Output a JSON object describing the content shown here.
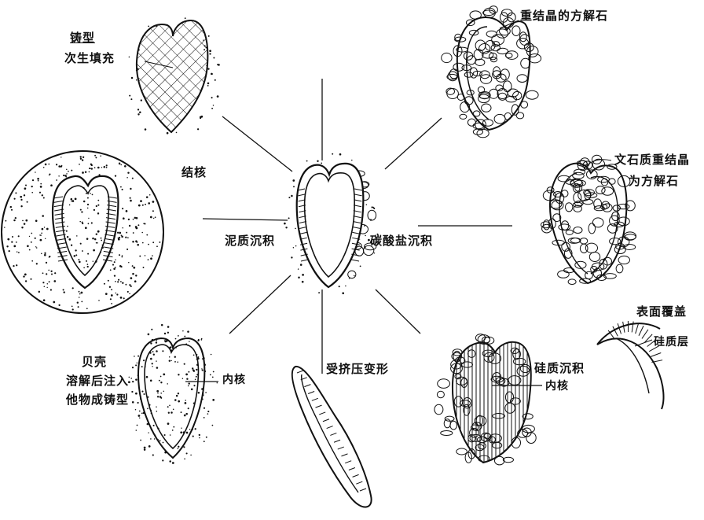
{
  "labels": {
    "mold_title": "铸型",
    "mold_sub": "次生填充",
    "nodule": "结核",
    "mud": "泥质沉积",
    "carbonate": "碳酸盐沉积",
    "shell_1": "贝壳",
    "shell_2": "溶解后注入",
    "shell_3": "他物成铸型",
    "inner_core_1": "内核",
    "compression": "受挤压变形",
    "silica": "硅质沉积",
    "inner_core_2": "内核",
    "recryst": "重结晶的方解石",
    "calcite_1": "文石质重结晶",
    "calcite_2": "为方解石",
    "surface": "表面覆盖",
    "silica_layer": "硅质层"
  },
  "colors": {
    "ink": "#111111",
    "paper": "#ffffff"
  }
}
